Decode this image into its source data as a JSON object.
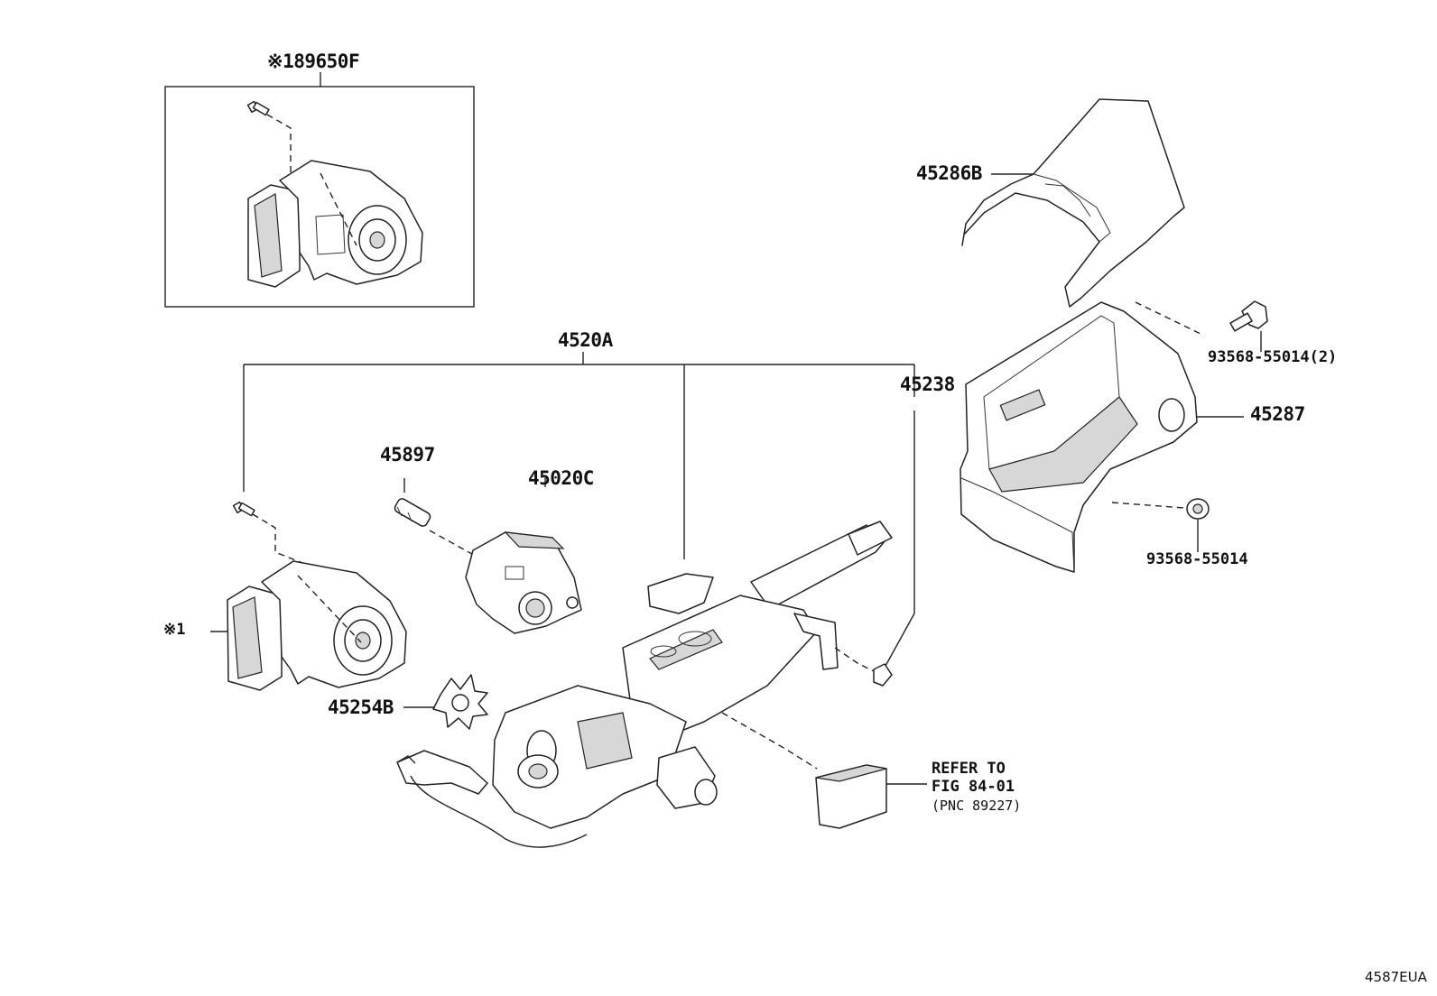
{
  "callouts": {
    "inset_part": "※189650F",
    "column_assembly": "4520A",
    "cover_upper": "45286B",
    "cover_lower": "45287",
    "bracket_45238": "45238",
    "bolt_93568_upper": "93568-55014(2)",
    "bolt_93568_lower": "93568-55014",
    "key_cylinder_45897": "45897",
    "lock_45020C": "45020C",
    "note_mark": "※1",
    "damper_45254B": "45254B",
    "refer_line1": "REFER TO",
    "refer_line2": "FIG 84-01",
    "refer_line3": "(PNC 89227)"
  },
  "figure_code": "4587EUA"
}
